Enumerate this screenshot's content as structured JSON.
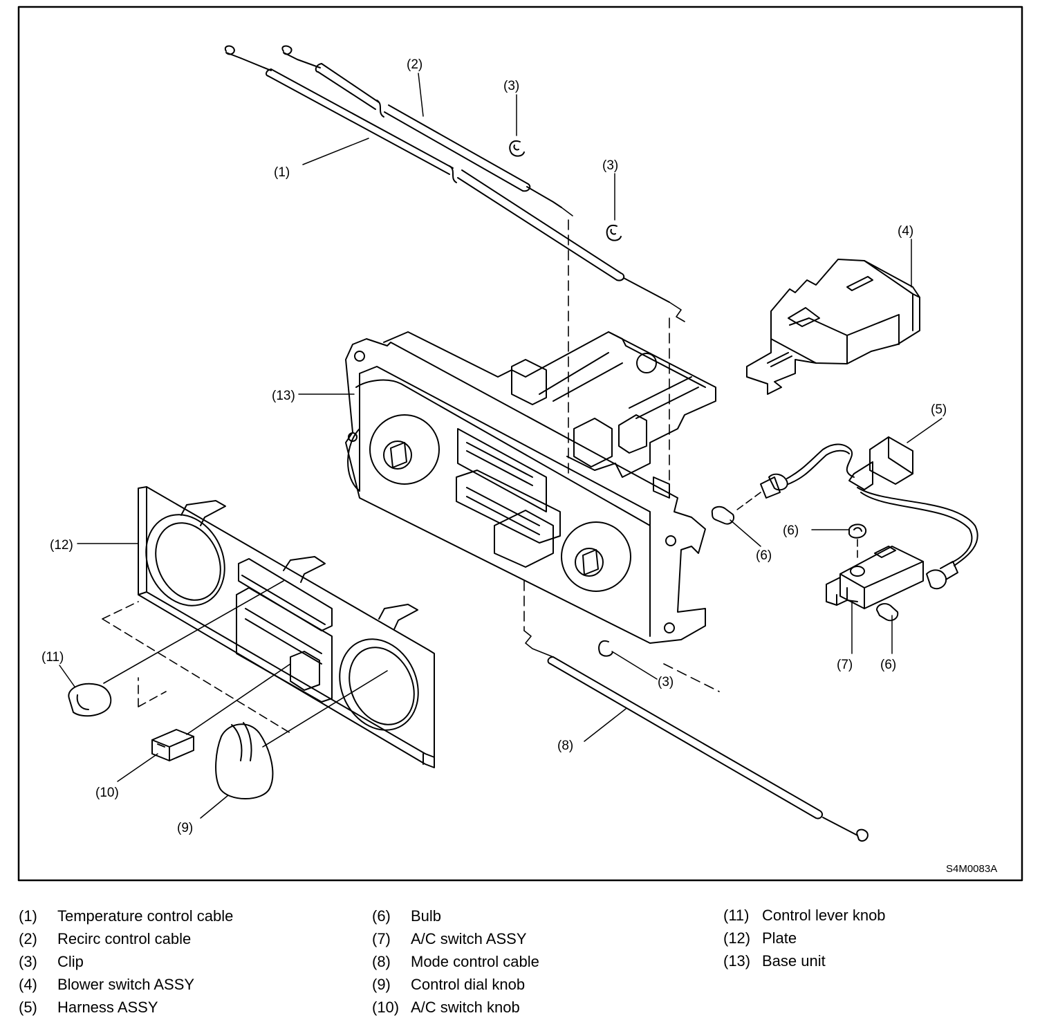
{
  "figure_code": "S4M0083A",
  "callouts": {
    "c1": "(1)",
    "c2": "(2)",
    "c3a": "(3)",
    "c3b": "(3)",
    "c3c": "(3)",
    "c4": "(4)",
    "c5": "(5)",
    "c6a": "(6)",
    "c6b": "(6)",
    "c6c": "(6)",
    "c7": "(7)",
    "c8": "(8)",
    "c9": "(9)",
    "c10": "(10)",
    "c11": "(11)",
    "c12": "(12)",
    "c13": "(13)"
  },
  "legend": [
    {
      "num": "(1)",
      "name": "Temperature control cable"
    },
    {
      "num": "(2)",
      "name": "Recirc control cable"
    },
    {
      "num": "(3)",
      "name": "Clip"
    },
    {
      "num": "(4)",
      "name": "Blower switch ASSY"
    },
    {
      "num": "(5)",
      "name": "Harness ASSY"
    },
    {
      "num": "(6)",
      "name": "Bulb"
    },
    {
      "num": "(7)",
      "name": "A/C switch ASSY"
    },
    {
      "num": "(8)",
      "name": "Mode control cable"
    },
    {
      "num": "(9)",
      "name": "Control dial knob"
    },
    {
      "num": "(10)",
      "name": "A/C switch knob"
    },
    {
      "num": "(11)",
      "name": "Control lever knob"
    },
    {
      "num": "(12)",
      "name": "Plate"
    },
    {
      "num": "(13)",
      "name": "Base unit"
    }
  ]
}
